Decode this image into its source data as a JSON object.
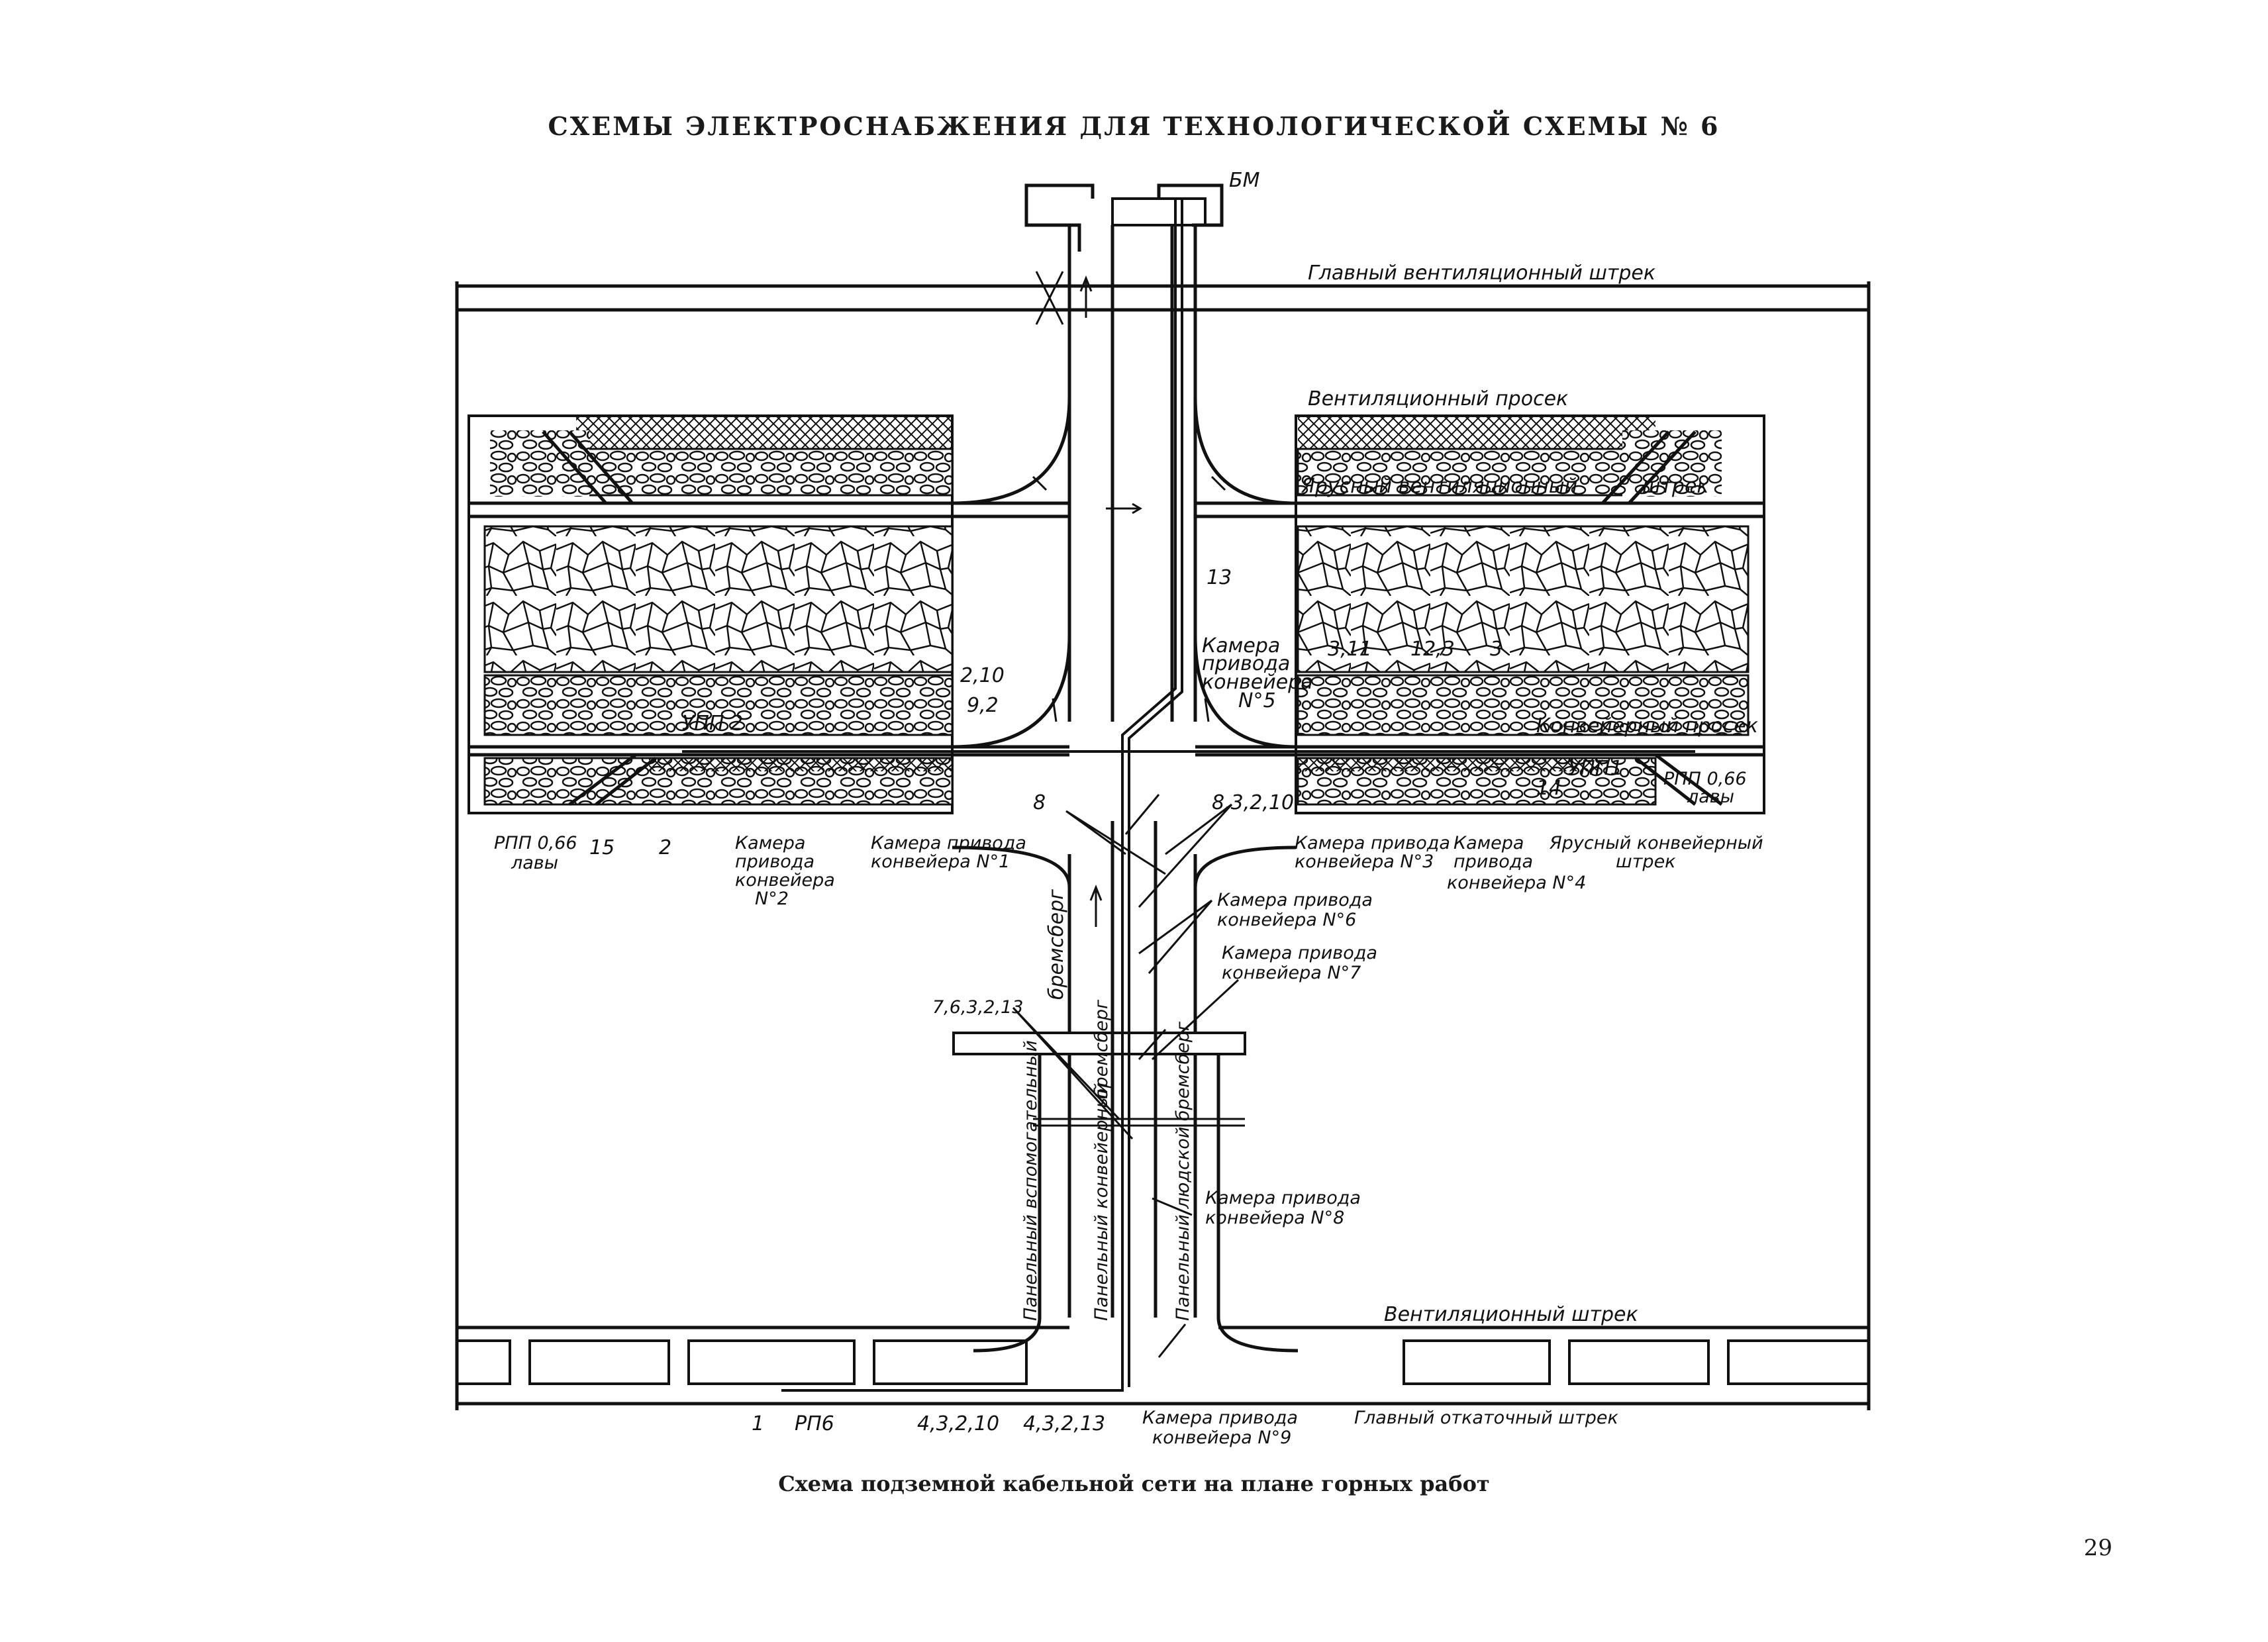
{
  "title": "СХЕМЫ ЭЛЕКТРОСНАБЖЕНИЯ ДЛЯ ТЕХНОЛОГИЧЕСКОЙ СХЕМЫ № 6",
  "caption": "Схема подземной кабельной сети на плане горных работ",
  "page_number": "29",
  "labels": {
    "bm": "БМ",
    "main_vent_drift": "Главный вентиляционный штрек",
    "vent_cut": "Вентиляционный просек",
    "tier_vent_drift_a": "Ярусный вентиляционный",
    "tier_vent_drift_b": "штрек",
    "conveyor_cut": "Конвейерный просек",
    "cable_13": "13",
    "chamber5_l1": "Камера",
    "chamber5_l2": "привода",
    "chamber5_l3": "конвейера",
    "chamber5_l4": "N°5",
    "n_3_11": "3,11",
    "n_12_3": "12,3",
    "n_3": "3",
    "n_2_10": "2,10",
    "n_9_2": "9,2",
    "upp2": "УПП 2",
    "upp1": "УПП1",
    "n_14": "14",
    "rpp_right_l1": "РПП 0,66",
    "rpp_right_l2": "лавы",
    "rpp_left_l1": "РПП 0,66",
    "rpp_left_l2": "лавы",
    "n_15": "15",
    "n_2": "2",
    "chamber2_l1": "Камера",
    "chamber2_l2": "привода",
    "chamber2_l3": "конвейера",
    "chamber2_l4": "N°2",
    "chamber1_l1": "Камера привода",
    "chamber1_l2": "конвейера N°1",
    "n_8": "8",
    "n_8_3_2_10": "8,3,2,10",
    "chamber3_l1": "Камера привода",
    "chamber3_l2": "конвейера N°3",
    "chamber4_l1": "Камера",
    "chamber4_l2": "привода",
    "chamber4_l3": "конвейера N°4",
    "tier_conv_l1": "Ярусный конвейерный",
    "tier_conv_l2": "штрек",
    "chamber6_l1": "Камера привода",
    "chamber6_l2": "конвейера N°6",
    "chamber7_l1": "Камера привода",
    "chamber7_l2": "конвейера N°7",
    "bremsberg": "бремсберг",
    "bremsberg2": "бремсберг",
    "n_7_6_3_2_13": "7,6,3,2,13",
    "panel_aux": "Панельный вспомогательный",
    "panel_conv": "Панельный конвейерный",
    "panel_people": "Панельный людской бремсберг",
    "chamber8_l1": "Камера привода",
    "chamber8_l2": "конвейера N°8",
    "vent_drift": "Вентиляционный штрек",
    "n_1": "1",
    "rp6": "РП6",
    "n_4_3_2_10": "4,3,2,10",
    "n_4_3_2_13": "4,3,2,13",
    "chamber9_l1": "Камера привода",
    "chamber9_l2": "конвейера N°9",
    "main_haul_drift": "Главный откаточный штрек"
  }
}
